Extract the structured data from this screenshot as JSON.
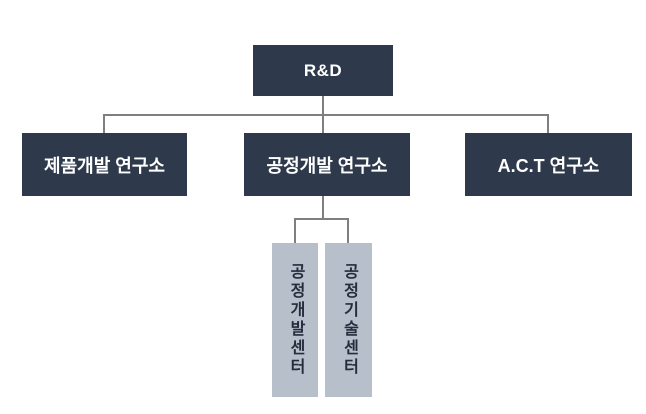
{
  "org_chart": {
    "root": {
      "label": "R&D"
    },
    "level2": [
      {
        "label": "제품개발 연구소"
      },
      {
        "label": "공정개발 연구소"
      },
      {
        "label": "A.C.T 연구소"
      }
    ],
    "level3": [
      {
        "label": "공정개발센터"
      },
      {
        "label": "공정기술센터"
      }
    ]
  },
  "colors": {
    "node_dark_bg": "#2e3a4c",
    "node_dark_text": "#ffffff",
    "node_light_bg": "#b6bfca",
    "node_light_text": "#232d3b",
    "connector_line": "#7f7f7f",
    "background": "#ffffff"
  }
}
